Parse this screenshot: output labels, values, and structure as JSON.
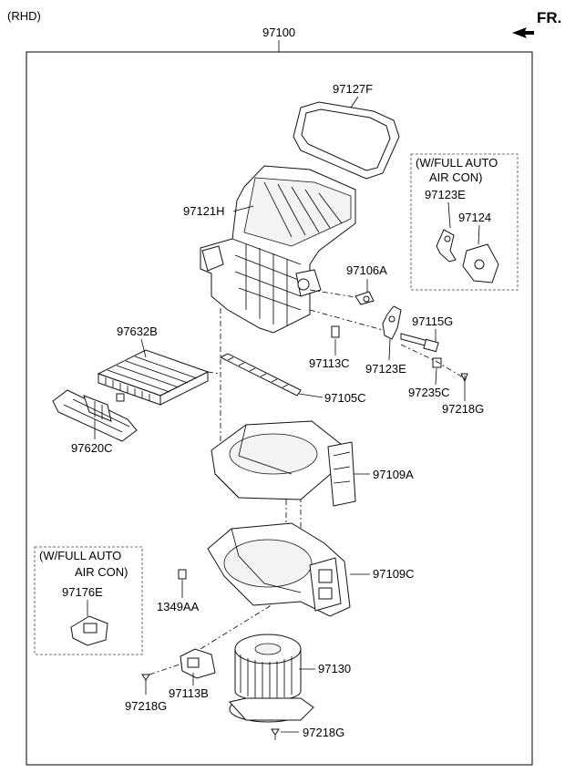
{
  "header": {
    "variant": "(RHD)",
    "assembly_no": "97100",
    "front_label": "FR."
  },
  "options": {
    "full_auto_top": [
      "(W/FULL AUTO",
      "AIR CON)"
    ],
    "full_auto_bottom": [
      "(W/FULL AUTO",
      "AIR CON)"
    ]
  },
  "parts": {
    "p97127F": "97127F",
    "p97121H": "97121H",
    "p97106A": "97106A",
    "p97123E_opt": "97123E",
    "p97124": "97124",
    "p97115G": "97115G",
    "p97113C": "97113C",
    "p97123E": "97123E",
    "p97632B": "97632B",
    "p97105C": "97105C",
    "p97235C": "97235C",
    "p97218G_right": "97218G",
    "p97620C": "97620C",
    "p97109A": "97109A",
    "p97109C": "97109C",
    "p1349AA": "1349AA",
    "p97176E": "97176E",
    "p97130": "97130",
    "p97218G_left": "97218G",
    "p97113B": "97113B",
    "p97218G_bottom": "97218G"
  }
}
